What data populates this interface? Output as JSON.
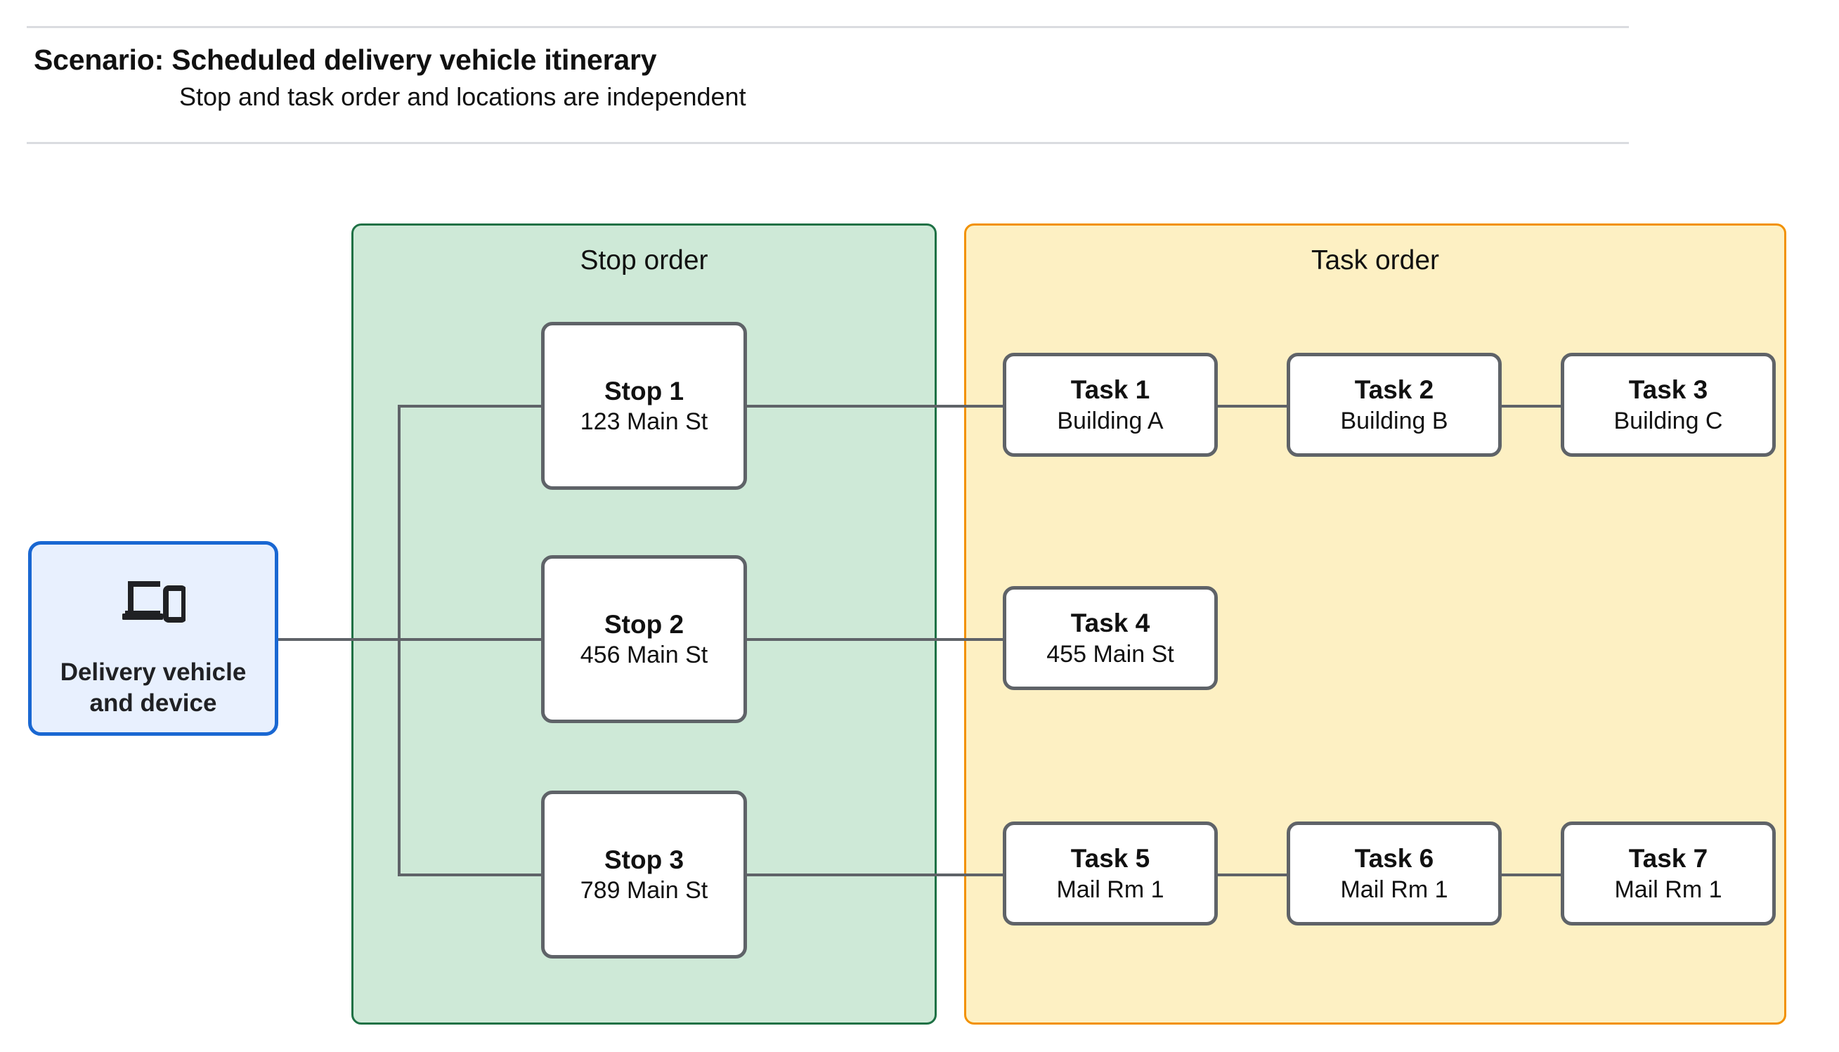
{
  "header": {
    "title": "Scenario: Scheduled delivery vehicle itinerary",
    "subtitle": "Stop and task order and locations are independent"
  },
  "vehicle": {
    "label": "Delivery vehicle\nand device",
    "icon": "devices-icon",
    "border_color": "#1967d2",
    "fill_color": "#e8f0fe"
  },
  "panels": {
    "stop": {
      "title": "Stop order",
      "fill_color": "#cee9d7",
      "border_color": "#1e7145"
    },
    "task": {
      "title": "Task order",
      "fill_color": "#fdf0c3",
      "border_color": "#f29100"
    }
  },
  "stops": [
    {
      "name": "Stop 1",
      "location": "123 Main St"
    },
    {
      "name": "Stop 2",
      "location": "456 Main St"
    },
    {
      "name": "Stop 3",
      "location": "789 Main St"
    }
  ],
  "task_rows": [
    [
      {
        "name": "Task 1",
        "location": "Building A"
      },
      {
        "name": "Task 2",
        "location": "Building B"
      },
      {
        "name": "Task 3",
        "location": "Building C"
      }
    ],
    [
      {
        "name": "Task 4",
        "location": "455 Main St"
      }
    ],
    [
      {
        "name": "Task 5",
        "location": "Mail Rm 1"
      },
      {
        "name": "Task 6",
        "location": "Mail Rm 1"
      },
      {
        "name": "Task 7",
        "location": "Mail Rm 1"
      }
    ]
  ],
  "connector_color": "#5f6368"
}
